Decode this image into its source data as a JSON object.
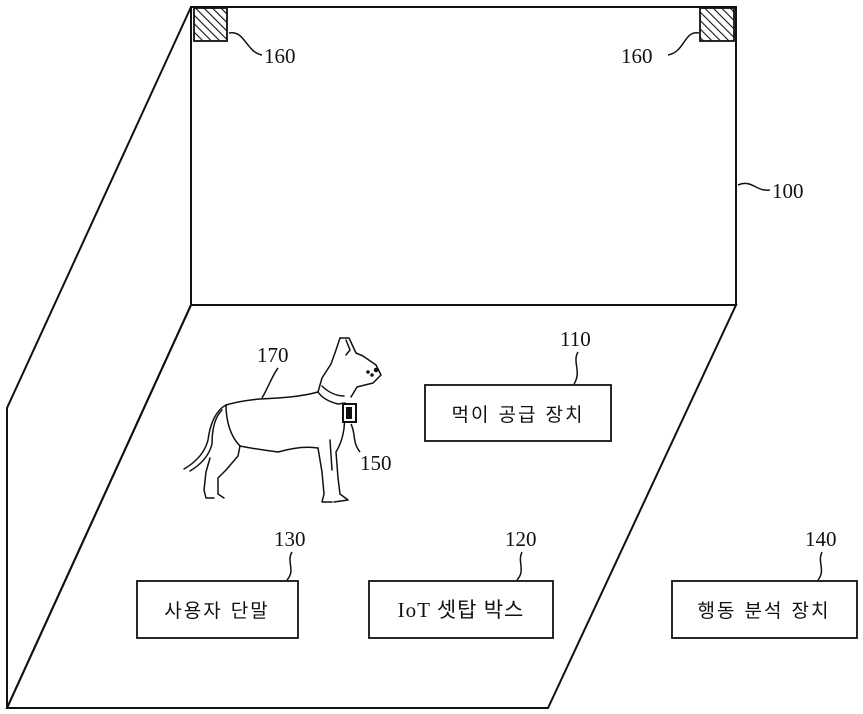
{
  "labels": {
    "wall": "100",
    "feeder": "110",
    "settop": "120",
    "terminal": "130",
    "analyzer": "140",
    "collar": "150",
    "camera_left": "160",
    "camera_right": "160",
    "dog": "170"
  },
  "boxes": {
    "feeder": "먹이 공급 장치",
    "settop": "IoT 셋탑 박스",
    "terminal": "사용자 단말",
    "analyzer": "행동 분석 장치"
  }
}
